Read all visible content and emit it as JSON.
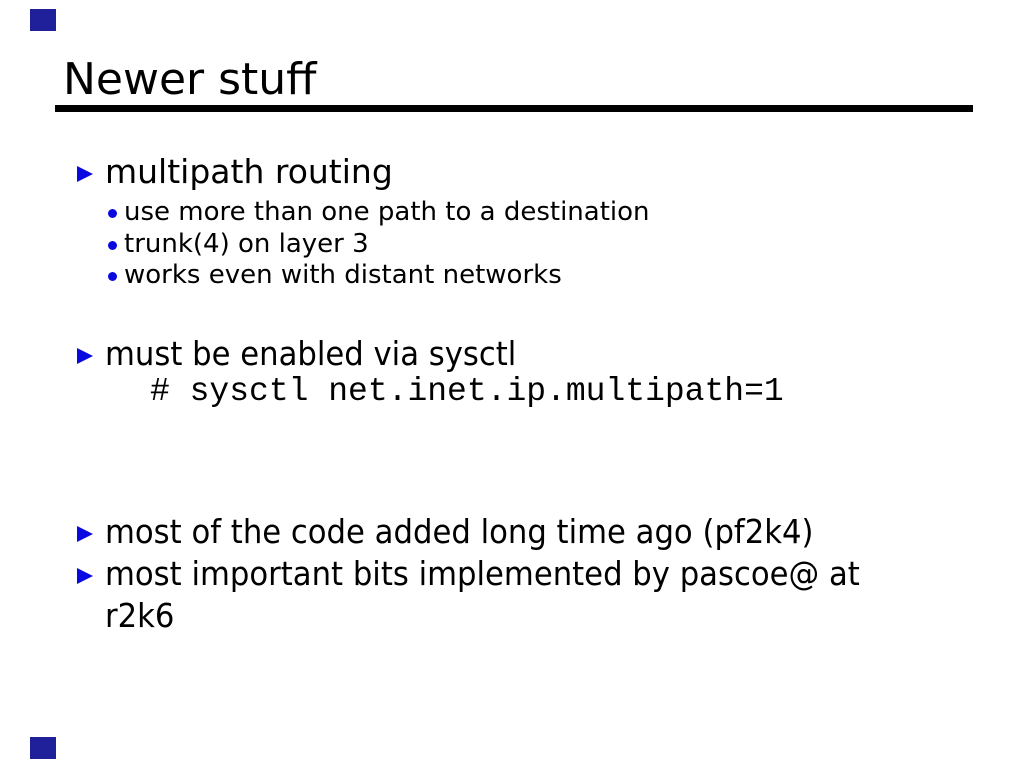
{
  "slide": {
    "title": "Newer stuff",
    "lines": [
      {
        "level": 1,
        "text": "multipath routing"
      },
      {
        "level": 2,
        "text": "use more than one path to a destination"
      },
      {
        "level": 2,
        "text": "trunk(4) on layer 3"
      },
      {
        "level": 2,
        "text": "works even with distant networks"
      },
      {
        "level": 1,
        "text": "must be enabled via sysctl"
      },
      {
        "level": "code",
        "text": "# sysctl net.inet.ip.multipath=1"
      },
      {
        "level": 1,
        "text": "most of the code added long time ago (pf2k4)"
      },
      {
        "level": 1,
        "text": "most important bits implemented by pascoe@ at"
      },
      {
        "level": "continuation",
        "text": "r2k6"
      }
    ],
    "icons": {
      "level1_marker": "triangle-right",
      "level2_marker": "dot"
    },
    "colors": {
      "bullet_blue": "#0909e0",
      "corner_navy": "#20209a",
      "underline_black": "#000000",
      "text": "#000000",
      "background": "#ffffff"
    }
  }
}
